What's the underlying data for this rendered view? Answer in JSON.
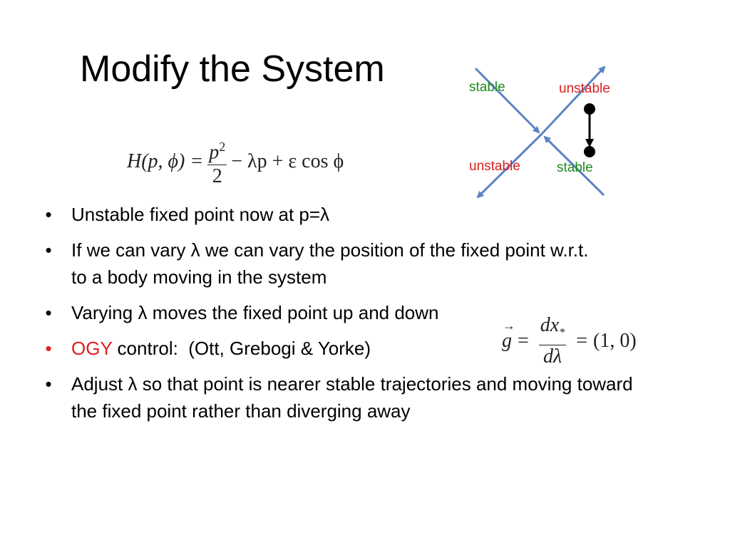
{
  "slide": {
    "title": "Modify the System"
  },
  "equation1": {
    "lhs": "H(p, ϕ) =",
    "frac_num_base": "p",
    "frac_num_exp": "2",
    "frac_den": "2",
    "rhs": "− λp + ε cos ϕ"
  },
  "equation2": {
    "g": "g",
    "equals1": "=",
    "num_dx": "dx",
    "num_sub": "*",
    "den": "dλ",
    "equals2": "=",
    "result": "(1, 0)"
  },
  "bullets": [
    {
      "marker": "•",
      "text": "Unstable fixed point now at p=λ"
    },
    {
      "marker": "•",
      "text": "If we can vary λ we can vary the position of the fixed point w.r.t. to a body moving in the system"
    },
    {
      "marker": "•",
      "text": "Varying λ moves the fixed point up and down"
    },
    {
      "marker": "•",
      "highlight": "OGY",
      "text": " control:  (Ott, Grebogi & Yorke)"
    },
    {
      "marker": "•",
      "text": "Adjust λ so that point is nearer stable trajectories and moving toward the fixed point rather than diverging away"
    }
  ],
  "diagram": {
    "label_top_left": "stable",
    "label_top_right": "unstable",
    "label_bottom_left": "unstable",
    "label_bottom_right": "stable",
    "colors": {
      "axis_lines": "#5b84c4",
      "stable": "#1f8a1f",
      "unstable": "#d81e1e",
      "marker": "#000000",
      "bullet_highlight": "#e0201b"
    }
  }
}
